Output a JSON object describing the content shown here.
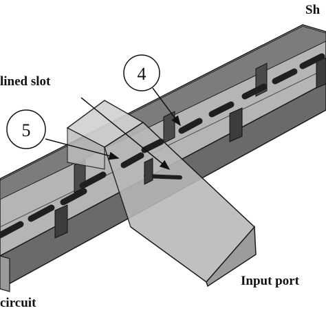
{
  "labels": {
    "top_right": "Sh",
    "slot": "lined slot",
    "callout_4": "4",
    "callout_5": "5",
    "input_port": "Input port",
    "bottom_left": "circuit"
  },
  "colors": {
    "waveguide_face": "#8c8c8c",
    "waveguide_side": "#5f5f5f",
    "waveguide_inner": "#a9a9a9",
    "cross_box": "#c4c4c4",
    "slot": "#1f1f1f",
    "post": "#3c3c3c",
    "outline": "#1a1a1a",
    "text": "#111111"
  }
}
